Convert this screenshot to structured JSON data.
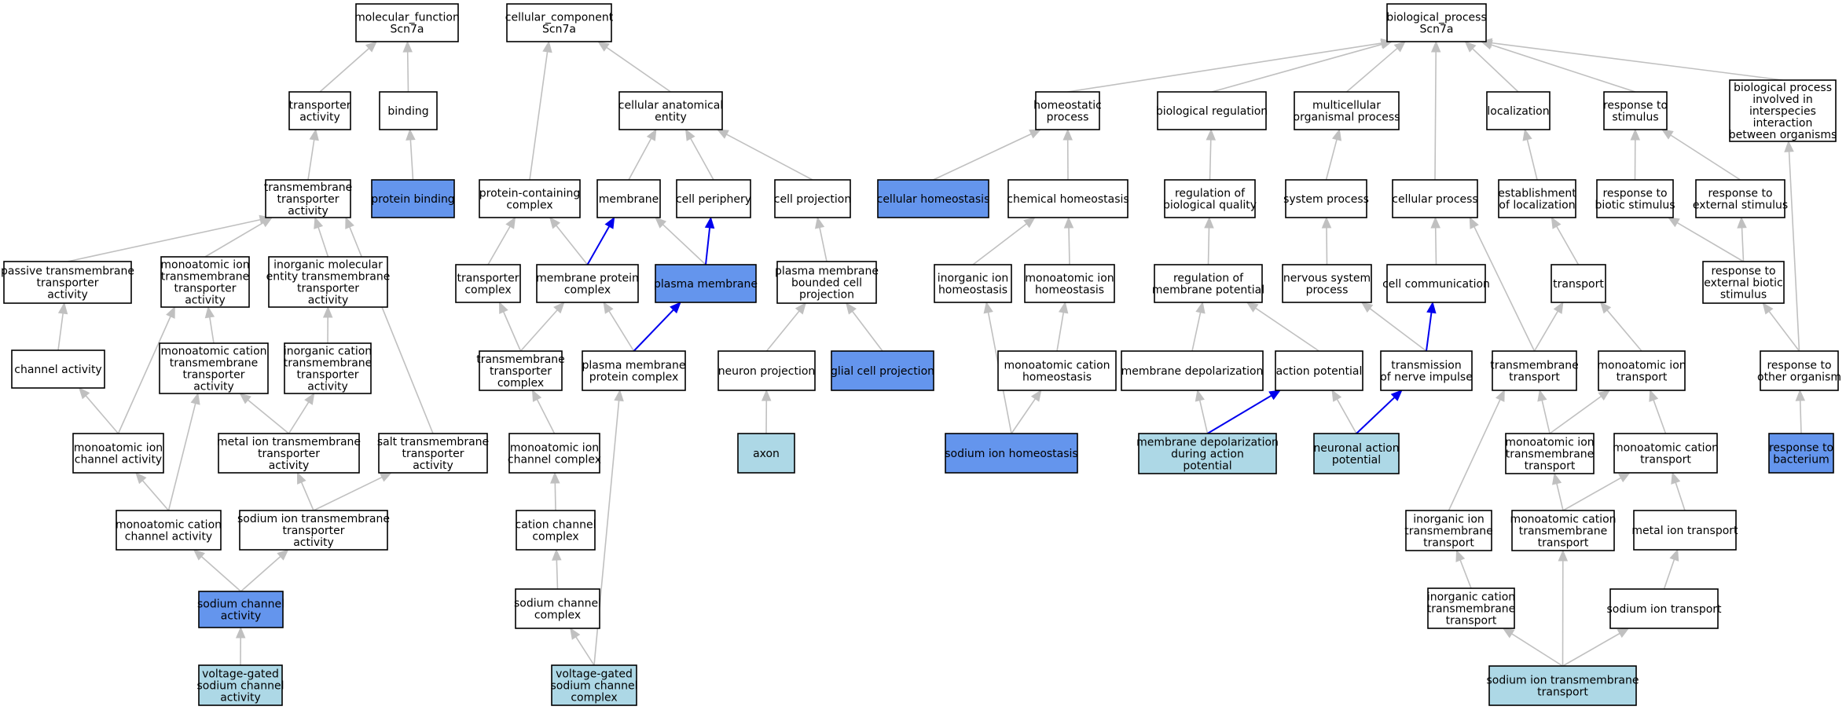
{
  "colors": {
    "plain": "#ffffff",
    "highlight": "#6495ed",
    "light": "#add8e6",
    "edge": "#c0c0c0",
    "edge_emph": "#0000ee"
  },
  "nodes": [
    {
      "id": "mf",
      "lines": [
        "molecular_function",
        "Scn7a"
      ],
      "style": "plain"
    },
    {
      "id": "tact",
      "lines": [
        "transporter",
        "activity"
      ],
      "style": "plain"
    },
    {
      "id": "binding",
      "lines": [
        "binding"
      ],
      "style": "plain"
    },
    {
      "id": "tmta",
      "lines": [
        "transmembrane",
        "transporter",
        "activity"
      ],
      "style": "plain"
    },
    {
      "id": "pbind",
      "lines": [
        "protein binding"
      ],
      "style": "highlight"
    },
    {
      "id": "ptta",
      "lines": [
        "passive transmembrane",
        "transporter",
        "activity"
      ],
      "style": "plain"
    },
    {
      "id": "mitta",
      "lines": [
        "monoatomic ion",
        "transmembrane",
        "transporter",
        "activity"
      ],
      "style": "plain"
    },
    {
      "id": "imetta",
      "lines": [
        "inorganic molecular",
        "entity transmembrane",
        "transporter",
        "activity"
      ],
      "style": "plain"
    },
    {
      "id": "chact",
      "lines": [
        "channel activity"
      ],
      "style": "plain"
    },
    {
      "id": "mctta",
      "lines": [
        "monoatomic cation",
        "transmembrane",
        "transporter",
        "activity"
      ],
      "style": "plain"
    },
    {
      "id": "icta",
      "lines": [
        "inorganic cation",
        "transmembrane",
        "transporter",
        "activity"
      ],
      "style": "plain"
    },
    {
      "id": "mica",
      "lines": [
        "monoatomic ion",
        "channel activity"
      ],
      "style": "plain"
    },
    {
      "id": "mitta2",
      "lines": [
        "metal ion transmembrane",
        "transporter",
        "activity"
      ],
      "style": "plain"
    },
    {
      "id": "stta",
      "lines": [
        "salt transmembrane",
        "transporter",
        "activity"
      ],
      "style": "plain"
    },
    {
      "id": "mcca",
      "lines": [
        "monoatomic cation",
        "channel activity"
      ],
      "style": "plain"
    },
    {
      "id": "sitta",
      "lines": [
        "sodium ion transmembrane",
        "transporter",
        "activity"
      ],
      "style": "plain"
    },
    {
      "id": "sca",
      "lines": [
        "sodium channel",
        "activity"
      ],
      "style": "highlight"
    },
    {
      "id": "vgsca",
      "lines": [
        "voltage-gated",
        "sodium channel",
        "activity"
      ],
      "style": "light"
    },
    {
      "id": "cc",
      "lines": [
        "cellular_component",
        "Scn7a"
      ],
      "style": "plain"
    },
    {
      "id": "cae",
      "lines": [
        "cellular anatomical",
        "entity"
      ],
      "style": "plain"
    },
    {
      "id": "pcc",
      "lines": [
        "protein-containing",
        "complex"
      ],
      "style": "plain"
    },
    {
      "id": "membrane",
      "lines": [
        "membrane"
      ],
      "style": "plain"
    },
    {
      "id": "cperiph",
      "lines": [
        "cell periphery"
      ],
      "style": "plain"
    },
    {
      "id": "cproj",
      "lines": [
        "cell projection"
      ],
      "style": "plain"
    },
    {
      "id": "tcomplex",
      "lines": [
        "transporter",
        "complex"
      ],
      "style": "plain"
    },
    {
      "id": "mpc",
      "lines": [
        "membrane protein",
        "complex"
      ],
      "style": "plain"
    },
    {
      "id": "pm",
      "lines": [
        "plasma membrane"
      ],
      "style": "highlight"
    },
    {
      "id": "pmbcp",
      "lines": [
        "plasma membrane",
        "bounded cell",
        "projection"
      ],
      "style": "plain"
    },
    {
      "id": "ttc",
      "lines": [
        "transmembrane",
        "transporter",
        "complex"
      ],
      "style": "plain"
    },
    {
      "id": "pmpc",
      "lines": [
        "plasma membrane",
        "protein complex"
      ],
      "style": "plain"
    },
    {
      "id": "nproj",
      "lines": [
        "neuron projection"
      ],
      "style": "plain"
    },
    {
      "id": "gcp",
      "lines": [
        "glial cell projection"
      ],
      "style": "highlight"
    },
    {
      "id": "micc",
      "lines": [
        "monoatomic ion",
        "channel complex"
      ],
      "style": "plain"
    },
    {
      "id": "axon",
      "lines": [
        "axon"
      ],
      "style": "light"
    },
    {
      "id": "ccc",
      "lines": [
        "cation channel",
        "complex"
      ],
      "style": "plain"
    },
    {
      "id": "scc",
      "lines": [
        "sodium channel",
        "complex"
      ],
      "style": "plain"
    },
    {
      "id": "vgscc",
      "lines": [
        "voltage-gated",
        "sodium channel",
        "complex"
      ],
      "style": "light"
    },
    {
      "id": "bp",
      "lines": [
        "biological_process",
        "Scn7a"
      ],
      "style": "plain"
    },
    {
      "id": "homeo",
      "lines": [
        "homeostatic",
        "process"
      ],
      "style": "plain"
    },
    {
      "id": "bioreg",
      "lines": [
        "biological regulation"
      ],
      "style": "plain"
    },
    {
      "id": "mop",
      "lines": [
        "multicellular",
        "organismal process"
      ],
      "style": "plain"
    },
    {
      "id": "local",
      "lines": [
        "localization"
      ],
      "style": "plain"
    },
    {
      "id": "rts",
      "lines": [
        "response to",
        "stimulus"
      ],
      "style": "plain"
    },
    {
      "id": "bpiii",
      "lines": [
        "biological process",
        "involved in",
        "interspecies",
        "interaction",
        "between organisms"
      ],
      "style": "plain"
    },
    {
      "id": "chomeo",
      "lines": [
        "cellular homeostasis"
      ],
      "style": "highlight"
    },
    {
      "id": "chemh",
      "lines": [
        "chemical homeostasis"
      ],
      "style": "plain"
    },
    {
      "id": "robq",
      "lines": [
        "regulation of",
        "biological quality"
      ],
      "style": "plain"
    },
    {
      "id": "sysp",
      "lines": [
        "system process"
      ],
      "style": "plain"
    },
    {
      "id": "cellp",
      "lines": [
        "cellular process"
      ],
      "style": "plain"
    },
    {
      "id": "eol",
      "lines": [
        "establishment",
        "of localization"
      ],
      "style": "plain"
    },
    {
      "id": "rtbs",
      "lines": [
        "response to",
        "biotic stimulus"
      ],
      "style": "plain"
    },
    {
      "id": "rtes",
      "lines": [
        "response to",
        "external stimulus"
      ],
      "style": "plain"
    },
    {
      "id": "iih",
      "lines": [
        "inorganic ion",
        "homeostasis"
      ],
      "style": "plain"
    },
    {
      "id": "mih",
      "lines": [
        "monoatomic ion",
        "homeostasis"
      ],
      "style": "plain"
    },
    {
      "id": "romp",
      "lines": [
        "regulation of",
        "membrane potential"
      ],
      "style": "plain"
    },
    {
      "id": "nsp",
      "lines": [
        "nervous system",
        "process"
      ],
      "style": "plain"
    },
    {
      "id": "ccomm",
      "lines": [
        "cell communication"
      ],
      "style": "plain"
    },
    {
      "id": "transport",
      "lines": [
        "transport"
      ],
      "style": "plain"
    },
    {
      "id": "rtebs",
      "lines": [
        "response to",
        "external biotic",
        "stimulus"
      ],
      "style": "plain"
    },
    {
      "id": "mch",
      "lines": [
        "monoatomic cation",
        "homeostasis"
      ],
      "style": "plain"
    },
    {
      "id": "mdep",
      "lines": [
        "membrane depolarization"
      ],
      "style": "plain"
    },
    {
      "id": "ap",
      "lines": [
        "action potential"
      ],
      "style": "plain"
    },
    {
      "id": "tni",
      "lines": [
        "transmission",
        "of nerve impulse"
      ],
      "style": "plain"
    },
    {
      "id": "tmt",
      "lines": [
        "transmembrane",
        "transport"
      ],
      "style": "plain"
    },
    {
      "id": "mit",
      "lines": [
        "monoatomic ion",
        "transport"
      ],
      "style": "plain"
    },
    {
      "id": "rtoo",
      "lines": [
        "response to",
        "other organism"
      ],
      "style": "plain"
    },
    {
      "id": "sih",
      "lines": [
        "sodium ion homeostasis"
      ],
      "style": "highlight"
    },
    {
      "id": "mddap",
      "lines": [
        "membrane depolarization",
        "during action",
        "potential"
      ],
      "style": "light"
    },
    {
      "id": "nap",
      "lines": [
        "neuronal action",
        "potential"
      ],
      "style": "light"
    },
    {
      "id": "mitt",
      "lines": [
        "monoatomic ion",
        "transmembrane",
        "transport"
      ],
      "style": "plain"
    },
    {
      "id": "mct",
      "lines": [
        "monoatomic cation",
        "transport"
      ],
      "style": "plain"
    },
    {
      "id": "rtb",
      "lines": [
        "response to",
        "bacterium"
      ],
      "style": "highlight"
    },
    {
      "id": "iitt",
      "lines": [
        "inorganic ion",
        "transmembrane",
        "transport"
      ],
      "style": "plain"
    },
    {
      "id": "mctt",
      "lines": [
        "monoatomic cation",
        "transmembrane",
        "transport"
      ],
      "style": "plain"
    },
    {
      "id": "mitr",
      "lines": [
        "metal ion transport"
      ],
      "style": "plain"
    },
    {
      "id": "ictt",
      "lines": [
        "inorganic cation",
        "transmembrane",
        "transport"
      ],
      "style": "plain"
    },
    {
      "id": "sit",
      "lines": [
        "sodium ion transport"
      ],
      "style": "plain"
    },
    {
      "id": "sitt",
      "lines": [
        "sodium ion transmembrane",
        "transport"
      ],
      "style": "light"
    }
  ],
  "edges": [
    [
      "tact",
      "mf",
      "gray"
    ],
    [
      "binding",
      "mf",
      "gray"
    ],
    [
      "tmta",
      "tact",
      "gray"
    ],
    [
      "pbind",
      "binding",
      "gray"
    ],
    [
      "ptta",
      "tmta",
      "gray"
    ],
    [
      "mitta",
      "tmta",
      "gray"
    ],
    [
      "imetta",
      "tmta",
      "gray"
    ],
    [
      "stta",
      "tmta",
      "gray"
    ],
    [
      "chact",
      "ptta",
      "gray"
    ],
    [
      "mctta",
      "mitta",
      "gray"
    ],
    [
      "icta",
      "imetta",
      "gray"
    ],
    [
      "mica",
      "chact",
      "gray"
    ],
    [
      "mica",
      "mitta",
      "gray"
    ],
    [
      "mitta2",
      "mctta",
      "gray"
    ],
    [
      "mitta2",
      "icta",
      "gray"
    ],
    [
      "mcca",
      "mica",
      "gray"
    ],
    [
      "mcca",
      "mctta",
      "gray"
    ],
    [
      "sitta",
      "mitta2",
      "gray"
    ],
    [
      "sitta",
      "stta",
      "gray"
    ],
    [
      "sca",
      "mcca",
      "gray"
    ],
    [
      "sca",
      "sitta",
      "gray"
    ],
    [
      "vgsca",
      "sca",
      "gray"
    ],
    [
      "cae",
      "cc",
      "gray"
    ],
    [
      "pcc",
      "cc",
      "gray"
    ],
    [
      "membrane",
      "cae",
      "gray"
    ],
    [
      "cperiph",
      "cae",
      "gray"
    ],
    [
      "cproj",
      "cae",
      "gray"
    ],
    [
      "tcomplex",
      "pcc",
      "gray"
    ],
    [
      "mpc",
      "pcc",
      "gray"
    ],
    [
      "mpc",
      "membrane",
      "blue"
    ],
    [
      "pm",
      "membrane",
      "gray"
    ],
    [
      "pm",
      "cperiph",
      "blue"
    ],
    [
      "pmbcp",
      "cproj",
      "gray"
    ],
    [
      "ttc",
      "tcomplex",
      "gray"
    ],
    [
      "ttc",
      "mpc",
      "gray"
    ],
    [
      "pmpc",
      "mpc",
      "gray"
    ],
    [
      "pmpc",
      "pm",
      "blue"
    ],
    [
      "nproj",
      "pmbcp",
      "gray"
    ],
    [
      "gcp",
      "pmbcp",
      "gray"
    ],
    [
      "micc",
      "ttc",
      "gray"
    ],
    [
      "axon",
      "nproj",
      "gray"
    ],
    [
      "ccc",
      "micc",
      "gray"
    ],
    [
      "scc",
      "ccc",
      "gray"
    ],
    [
      "vgscc",
      "scc",
      "gray"
    ],
    [
      "vgscc",
      "pmpc",
      "gray"
    ],
    [
      "homeo",
      "bp",
      "gray"
    ],
    [
      "bioreg",
      "bp",
      "gray"
    ],
    [
      "mop",
      "bp",
      "gray"
    ],
    [
      "local",
      "bp",
      "gray"
    ],
    [
      "rts",
      "bp",
      "gray"
    ],
    [
      "bpiii",
      "bp",
      "gray"
    ],
    [
      "cellp",
      "bp",
      "gray"
    ],
    [
      "chomeo",
      "homeo",
      "gray"
    ],
    [
      "chemh",
      "homeo",
      "gray"
    ],
    [
      "robq",
      "bioreg",
      "gray"
    ],
    [
      "sysp",
      "mop",
      "gray"
    ],
    [
      "eol",
      "local",
      "gray"
    ],
    [
      "rtbs",
      "rts",
      "gray"
    ],
    [
      "rtes",
      "rts",
      "gray"
    ],
    [
      "iih",
      "chemh",
      "gray"
    ],
    [
      "mih",
      "chemh",
      "gray"
    ],
    [
      "romp",
      "robq",
      "gray"
    ],
    [
      "nsp",
      "sysp",
      "gray"
    ],
    [
      "ccomm",
      "cellp",
      "gray"
    ],
    [
      "transport",
      "eol",
      "gray"
    ],
    [
      "rtebs",
      "rtbs",
      "gray"
    ],
    [
      "rtebs",
      "rtes",
      "gray"
    ],
    [
      "mch",
      "mih",
      "gray"
    ],
    [
      "mdep",
      "romp",
      "gray"
    ],
    [
      "ap",
      "romp",
      "gray"
    ],
    [
      "tni",
      "nsp",
      "gray"
    ],
    [
      "tni",
      "ccomm",
      "blue"
    ],
    [
      "tmt",
      "transport",
      "gray"
    ],
    [
      "tmt",
      "cellp",
      "gray"
    ],
    [
      "mit",
      "transport",
      "gray"
    ],
    [
      "rtoo",
      "rtebs",
      "gray"
    ],
    [
      "rtoo",
      "bpiii",
      "gray"
    ],
    [
      "sih",
      "iih",
      "gray"
    ],
    [
      "sih",
      "mch",
      "gray"
    ],
    [
      "mddap",
      "mdep",
      "gray"
    ],
    [
      "mddap",
      "ap",
      "blue"
    ],
    [
      "nap",
      "ap",
      "gray"
    ],
    [
      "nap",
      "tni",
      "blue"
    ],
    [
      "mitt",
      "tmt",
      "gray"
    ],
    [
      "mitt",
      "mit",
      "gray"
    ],
    [
      "mct",
      "mit",
      "gray"
    ],
    [
      "rtb",
      "rtoo",
      "gray"
    ],
    [
      "iitt",
      "tmt",
      "gray"
    ],
    [
      "mctt",
      "mitt",
      "gray"
    ],
    [
      "mctt",
      "mct",
      "gray"
    ],
    [
      "mitr",
      "mct",
      "gray"
    ],
    [
      "ictt",
      "iitt",
      "gray"
    ],
    [
      "sit",
      "mitr",
      "gray"
    ],
    [
      "sitt",
      "ictt",
      "gray"
    ],
    [
      "sitt",
      "mctt",
      "gray"
    ],
    [
      "sitt",
      "sit",
      "gray"
    ]
  ]
}
